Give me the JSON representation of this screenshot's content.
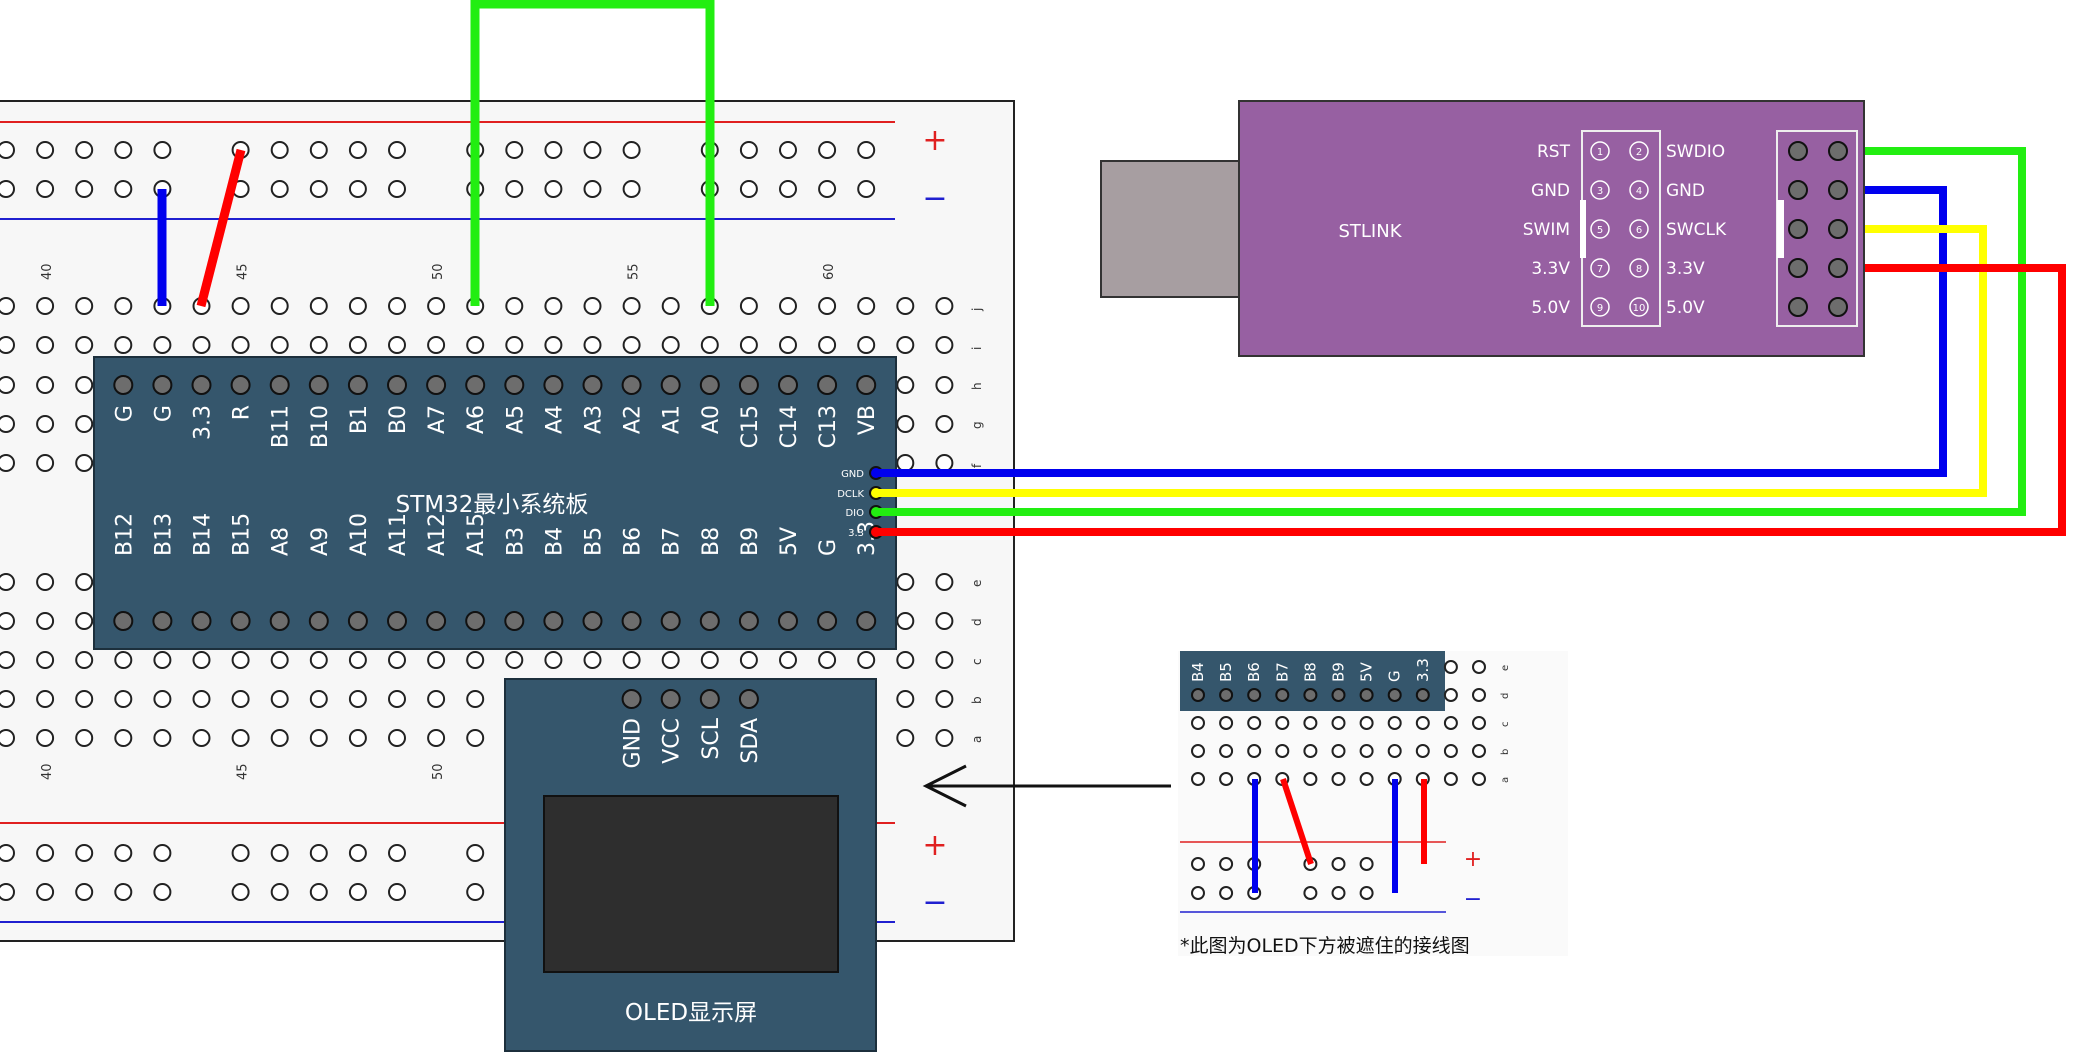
{
  "breadboard": {
    "rail_plus": "+",
    "rail_minus": "−",
    "column_numbers": [
      "40",
      "45",
      "50",
      "55",
      "60"
    ],
    "row_letters_top": [
      "j",
      "i",
      "h",
      "g",
      "f"
    ],
    "row_letters_bottom": [
      "e",
      "d",
      "c",
      "b",
      "a"
    ]
  },
  "stm32": {
    "title": "STM32最小系统板",
    "top_pins": [
      "G",
      "G",
      "3.3",
      "R",
      "B11",
      "B10",
      "B1",
      "B0",
      "A7",
      "A6",
      "A5",
      "A4",
      "A3",
      "A2",
      "A1",
      "A0",
      "C15",
      "C14",
      "C13",
      "VB"
    ],
    "bottom_pins": [
      "B12",
      "B13",
      "B14",
      "B15",
      "A8",
      "A9",
      "A10",
      "A11",
      "A12",
      "A15",
      "B3",
      "B4",
      "B5",
      "B6",
      "B7",
      "B8",
      "B9",
      "5V",
      "G",
      "3.3"
    ],
    "swd_pins": [
      "GND",
      "DCLK",
      "DIO",
      "3.3"
    ]
  },
  "stlink": {
    "title": "STLINK",
    "left_labels": [
      "RST",
      "GND",
      "SWIM",
      "3.3V",
      "5.0V"
    ],
    "right_labels": [
      "SWDIO",
      "GND",
      "SWCLK",
      "3.3V",
      "5.0V"
    ],
    "pin_numbers": [
      "1",
      "2",
      "3",
      "4",
      "5",
      "6",
      "7",
      "8",
      "9",
      "10"
    ]
  },
  "oled": {
    "title": "OLED显示屏",
    "pins": [
      "GND",
      "VCC",
      "SCL",
      "SDA"
    ]
  },
  "inset": {
    "pins": [
      "B4",
      "B5",
      "B6",
      "B7",
      "B8",
      "B9",
      "5V",
      "G",
      "3.3"
    ],
    "row_letters": [
      "e",
      "d",
      "c",
      "b",
      "a"
    ],
    "caption": "*此图为OLED下方被遮住的接线图"
  },
  "wire_colors": {
    "green": "#22ee11",
    "red": "#ff0000",
    "blue": "#0000ee",
    "yellow": "#ffff00"
  },
  "colors": {
    "board": "#35566c",
    "stlink": "#9760a2",
    "usb": "#a79ea1",
    "oled_screen": "#2e2e2e"
  }
}
